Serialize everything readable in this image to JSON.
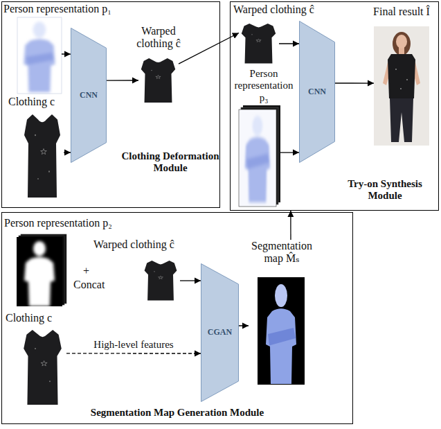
{
  "diagram": {
    "nodes": [
      {
        "text": [
          "Clothing Deformation Module"
        ]
      },
      {
        "text": [
          "Person representation p₁"
        ],
        "in": 0
      },
      {
        "text": [
          "Clothing c"
        ],
        "in": 0
      },
      {
        "text": [
          "CNN"
        ],
        "in": 0
      },
      {
        "text": [
          "Warped clothing ĉ"
        ],
        "in": 0
      },
      {
        "text": [
          "Try-on Synthesis Module"
        ]
      },
      {
        "text": [
          "Warped clothing ĉ"
        ],
        "in": 5
      },
      {
        "text": [
          "Person representation p₃"
        ],
        "in": 5
      },
      {
        "text": [
          "CNN"
        ],
        "in": 5
      },
      {
        "text": [
          "Final result Î"
        ],
        "in": 5
      },
      {
        "text": [
          "Segmentation Map Generation Module"
        ]
      },
      {
        "text": [
          "Person representation p₂"
        ],
        "in": 10
      },
      {
        "text": [
          "Warped clothing ĉ"
        ],
        "in": 10
      },
      {
        "text": [
          "Clothing c"
        ],
        "in": 10
      },
      {
        "text": [
          "CGAN"
        ],
        "in": 10
      },
      {
        "text": [
          "Segmentation map M̂ₛ"
        ],
        "in": 10
      }
    ],
    "edges": [
      {
        "from": 1,
        "to": 3,
        "arrow": "to"
      },
      {
        "from": 2,
        "to": 3,
        "arrow": "to"
      },
      {
        "from": 3,
        "to": 4,
        "arrow": "to"
      },
      {
        "from": 4,
        "to": 6,
        "arrow": "to"
      },
      {
        "from": 6,
        "to": 8,
        "arrow": "to"
      },
      {
        "from": 7,
        "to": 8,
        "arrow": "to"
      },
      {
        "from": 8,
        "to": 9,
        "arrow": "to"
      },
      {
        "from": 12,
        "to": 14,
        "arrow": "to"
      },
      {
        "from": 13,
        "to": 14,
        "label": "High-level features",
        "arrow": "to"
      },
      {
        "from": 14,
        "to": 15,
        "arrow": "to"
      },
      {
        "from": 15,
        "to": 5,
        "arrow": "to"
      }
    ],
    "labels": [
      "+",
      "Concat"
    ]
  }
}
